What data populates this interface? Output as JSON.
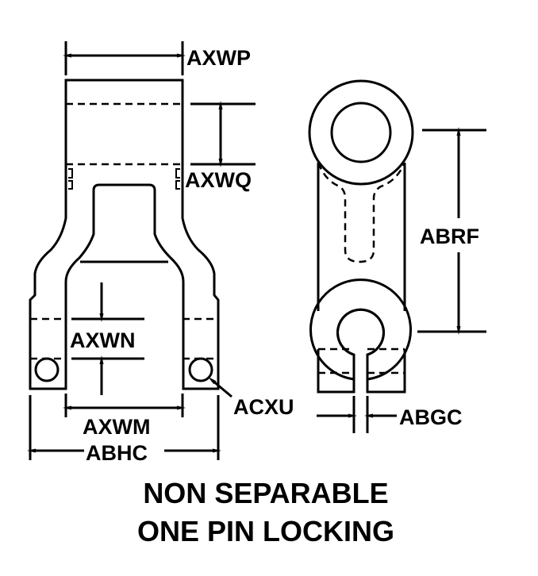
{
  "labels": {
    "axwp": "AXWP",
    "axwq": "AXWQ",
    "axwn": "AXWN",
    "axwm": "AXWM",
    "abhc": "ABHC",
    "acxu": "ACXU",
    "abrf": "ABRF",
    "abgc": "ABGC"
  },
  "title": {
    "line1": "NON SEPARABLE",
    "line2": "ONE PIN LOCKING"
  }
}
